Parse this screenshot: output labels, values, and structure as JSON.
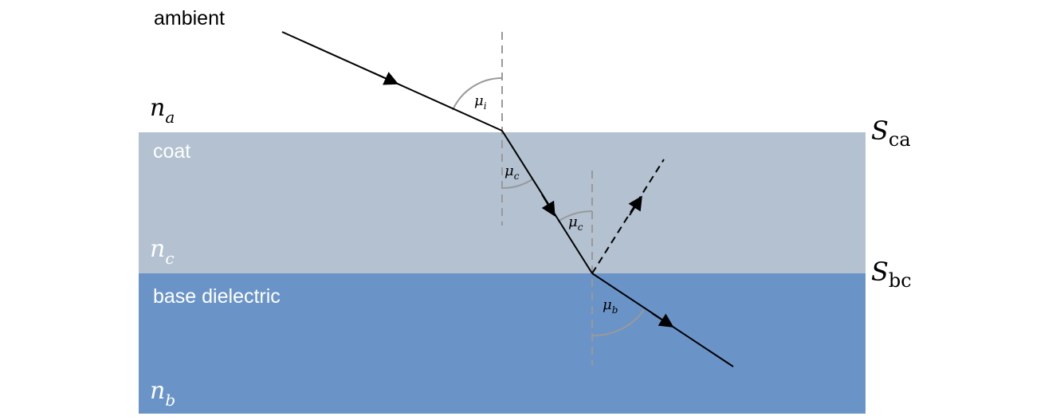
{
  "regions": {
    "ambient": {
      "label": "ambient"
    },
    "coat": {
      "label": "coat",
      "color": "#b3c1d1"
    },
    "base": {
      "label": "base dielectric",
      "color": "#6a94c8"
    }
  },
  "indices": {
    "n_a": {
      "symbol": "n",
      "sub": "a"
    },
    "n_c": {
      "symbol": "n",
      "sub": "c"
    },
    "n_b": {
      "symbol": "n",
      "sub": "b"
    }
  },
  "surfaces": {
    "S_ca": {
      "symbol": "S",
      "sub": "ca"
    },
    "S_bc": {
      "symbol": "S",
      "sub": "bc"
    }
  },
  "angles": {
    "mu_i": {
      "symbol": "μ",
      "sub": "i"
    },
    "mu_c_upper": {
      "symbol": "μ",
      "sub": "c"
    },
    "mu_c_lower": {
      "symbol": "μ",
      "sub": "c"
    },
    "mu_b": {
      "symbol": "μ",
      "sub": "b"
    }
  },
  "colors": {
    "ray": "#000000",
    "normal": "#999999",
    "arc": "#999999",
    "label_on_dark": "#ffffff",
    "label_on_light": "#000000"
  }
}
